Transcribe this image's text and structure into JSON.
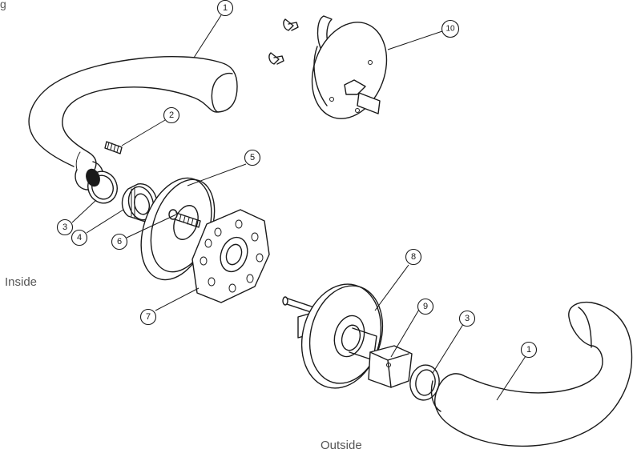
{
  "partial_text": "g",
  "labels": {
    "inside": "Inside",
    "outside": "Outside"
  },
  "callouts": [
    {
      "id": "c1a",
      "number": "1"
    },
    {
      "id": "c2",
      "number": "2"
    },
    {
      "id": "c3a",
      "number": "3"
    },
    {
      "id": "c4",
      "number": "4"
    },
    {
      "id": "c5",
      "number": "5"
    },
    {
      "id": "c6",
      "number": "6"
    },
    {
      "id": "c7",
      "number": "7"
    },
    {
      "id": "c8",
      "number": "8"
    },
    {
      "id": "c9",
      "number": "9"
    },
    {
      "id": "c3b",
      "number": "3"
    },
    {
      "id": "c1b",
      "number": "1"
    },
    {
      "id": "c10",
      "number": "10"
    }
  ]
}
